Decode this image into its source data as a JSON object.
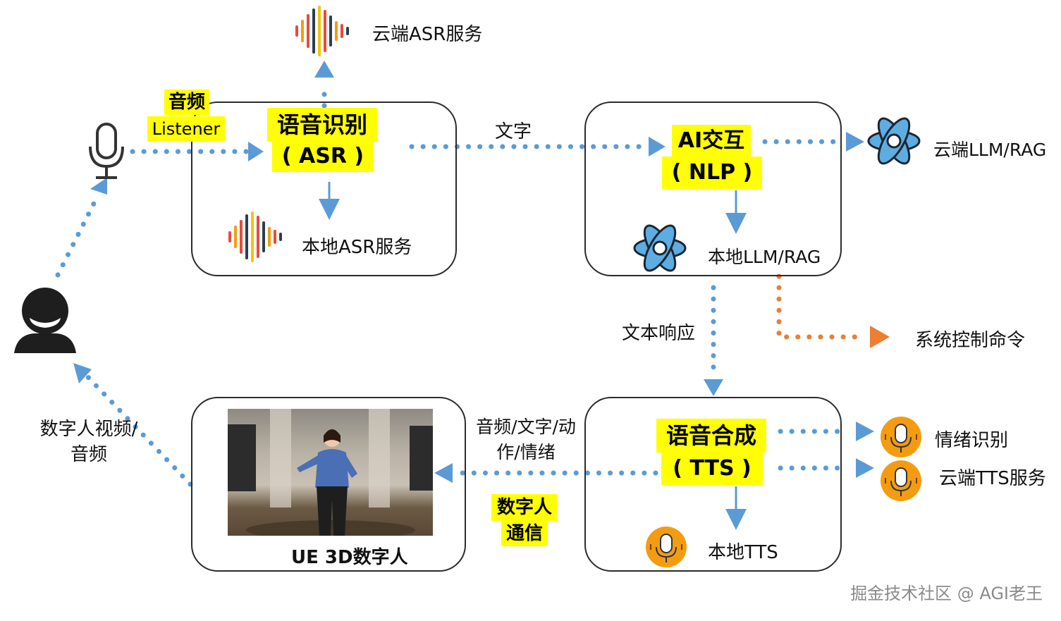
{
  "input": {
    "mic_label_line1": "音频",
    "mic_label_line2": "Listener"
  },
  "asr": {
    "title_line1": "语音识别",
    "title_line2": "( ASR )",
    "local_label": "本地ASR服务",
    "cloud_label": "云端ASR服务"
  },
  "nlp": {
    "edge_label": "文字",
    "title_line1": "AI交互",
    "title_line2": "( NLP )",
    "local_label": "本地LLM/RAG",
    "cloud_label": "云端LLM/RAG"
  },
  "response": {
    "edge_label": "文本响应",
    "control_label": "系统控制命令"
  },
  "tts": {
    "title_line1": "语音合成",
    "title_line2": "( TTS )",
    "local_label": "本地TTS",
    "emotion_label": "情绪识别",
    "cloud_label": "云端TTS服务"
  },
  "avatar": {
    "edge_label_line1": "音频/文字/动",
    "edge_label_line2": "作/情绪",
    "comm_line1": "数字人",
    "comm_line2": "通信",
    "box_label": "UE 3D数字人",
    "output_line1": "数字人视频/",
    "output_line2": "音频"
  },
  "watermark": "掘金技术社区 @ AGI老王",
  "colors": {
    "arrow_blue": "#5b9bd5",
    "arrow_orange": "#ed7d31",
    "highlight": "#ffff00",
    "box_border": "#2b2b2b"
  }
}
